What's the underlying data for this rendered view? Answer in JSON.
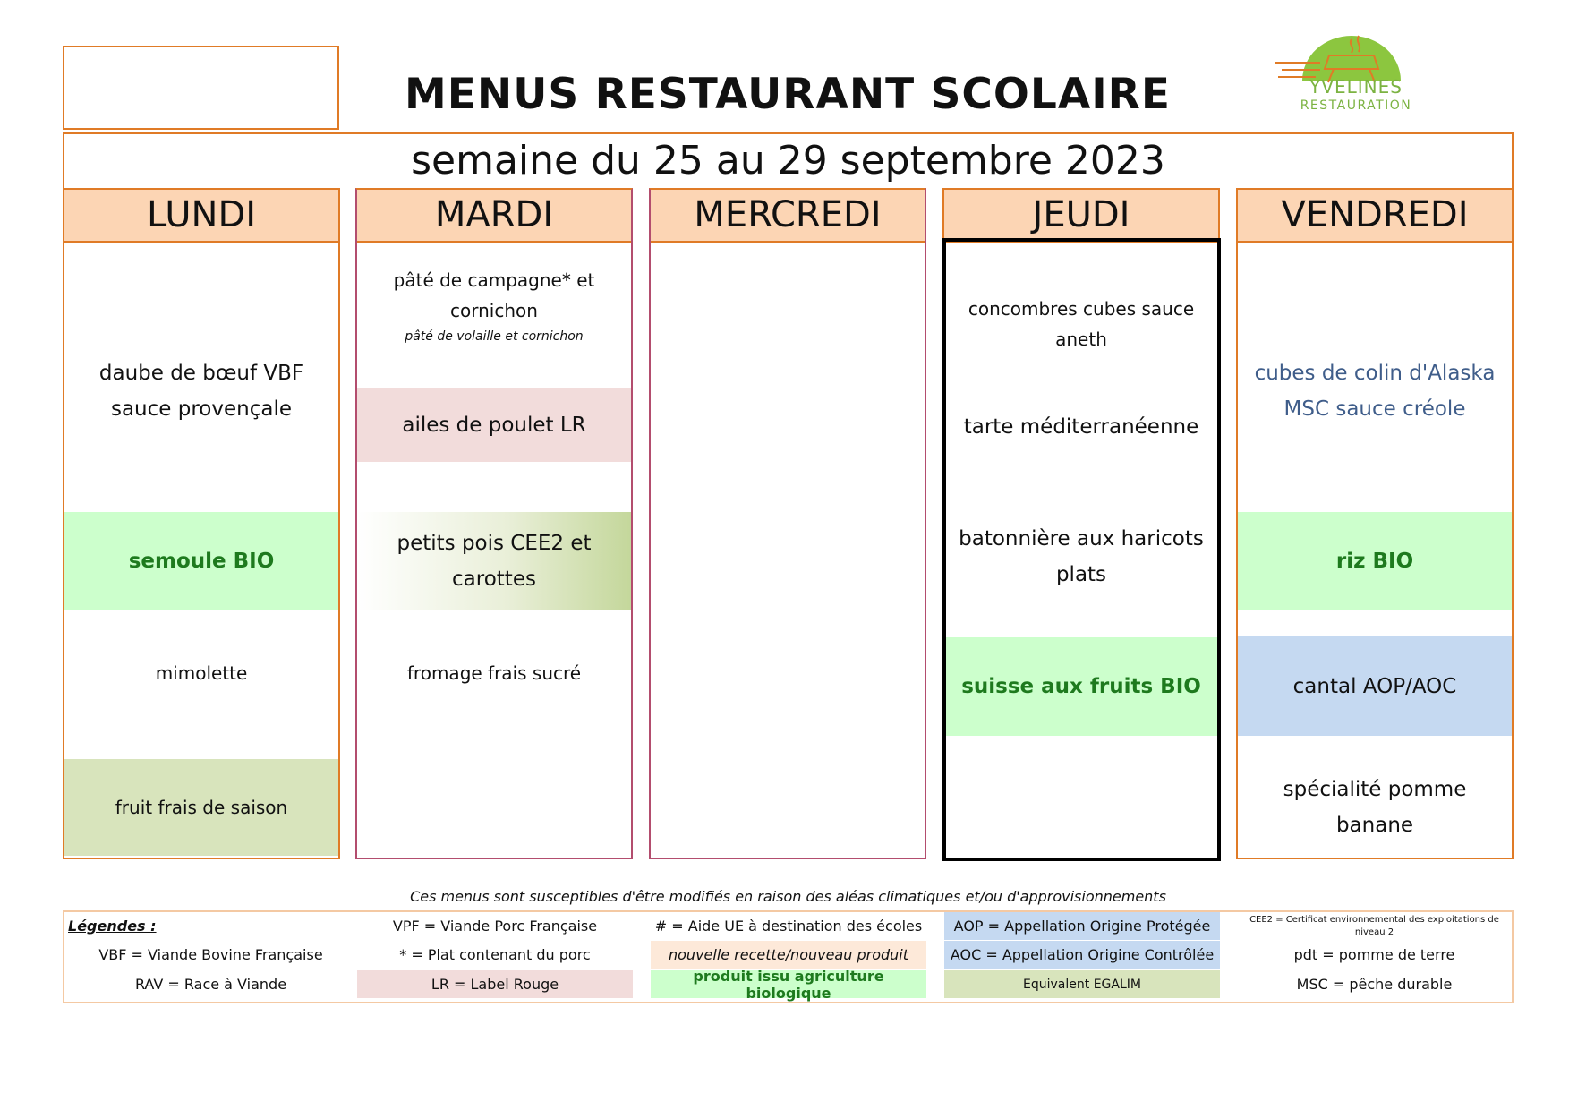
{
  "header": {
    "title": "MENUS RESTAURANT SCOLAIRE",
    "week": "semaine du 25 au 29 septembre 2023",
    "logo_line1": "YVELINES",
    "logo_line2": "RESTAURATION"
  },
  "days": {
    "lundi": {
      "name": "LUNDI",
      "main": [
        "daube de bœuf VBF",
        "sauce provençale"
      ],
      "side": "semoule BIO",
      "cheese": "mimolette",
      "dessert": "fruit frais de saison"
    },
    "mardi": {
      "name": "MARDI",
      "starter": [
        "pâté de campagne* et",
        "cornichon"
      ],
      "starter_alt": "pâté de volaille et cornichon",
      "main": "ailes de poulet LR",
      "side": [
        "petits pois CEE2 et",
        "carottes"
      ],
      "cheese": "fromage frais sucré"
    },
    "mercredi": {
      "name": "MERCREDI"
    },
    "jeudi": {
      "name": "JEUDI",
      "starter": "concombres cubes sauce aneth",
      "main": "tarte méditerranéenne",
      "side": [
        "batonnière aux haricots",
        "plats"
      ],
      "dairy": "suisse aux fruits BIO"
    },
    "vendredi": {
      "name": "VENDREDI",
      "main": [
        "cubes de colin d'Alaska",
        "MSC sauce créole"
      ],
      "side": "riz BIO",
      "cheese": "cantal AOP/AOC",
      "dessert": "spécialité pomme banane"
    }
  },
  "notice": "Ces menus sont susceptibles d'être modifiés en raison des aléas climatiques et/ou d'approvisionnements",
  "legend": {
    "title": "Légendes :",
    "vbf": "VBF = Viande Bovine Française",
    "rav": "RAV = Race à Viande",
    "vpf": "VPF = Viande Porc Française",
    "porc": "* = Plat contenant du porc",
    "lr": "LR = Label Rouge",
    "ue": "# = Aide UE à destination des écoles",
    "new": "nouvelle recette/nouveau produit",
    "bio": "produit issu agriculture biologique",
    "aop": "AOP = Appellation Origine Protégée",
    "aoc": "AOC = Appellation Origine Contrôlée",
    "egalim": "Equivalent EGALIM",
    "cee2": "CEE2 = Certificat environnemental des exploitations de niveau 2",
    "pdt": "pdt = pomme de terre",
    "msc": "MSC = pêche durable"
  },
  "colors": {
    "accent": "#e07b26",
    "header_bg": "#fcd5b4",
    "bio_bg": "#ccffcc",
    "egalim_bg": "#d8e4bc",
    "label_rouge_bg": "#f2dcdb",
    "aop_bg": "#c5d9f1"
  }
}
